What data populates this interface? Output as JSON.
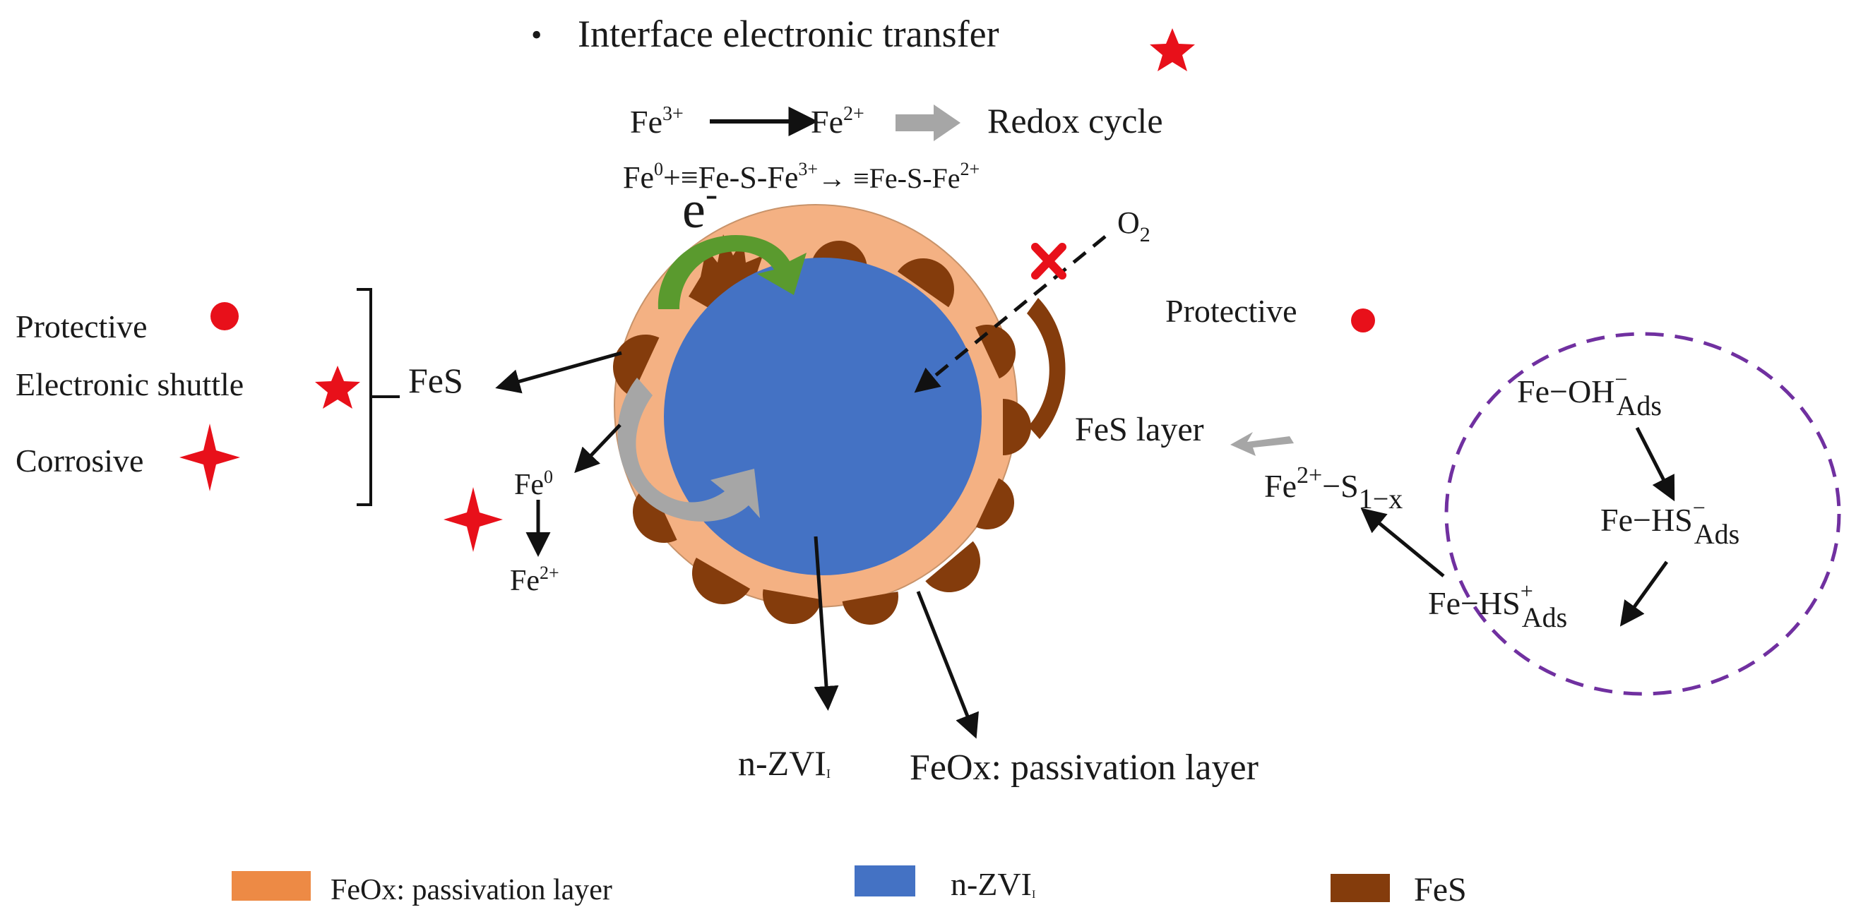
{
  "header": {
    "bullet": "•",
    "title": "Interface electronic transfer"
  },
  "reactions": {
    "fe3": "Fe",
    "fe3_sup": "3+",
    "fe2": "Fe",
    "fe2_sup": "2+",
    "redox": "Redox cycle",
    "eq_a": "Fe",
    "eq_a_sup": "0",
    "eq_b": "+≡Fe-S-Fe",
    "eq_b_sup": "3+",
    "eq_c": "→ ≡Fe-S-Fe",
    "eq_c_sup": "2+"
  },
  "electron": {
    "label": "e",
    "sup": "-"
  },
  "oxygen": {
    "label": "O",
    "sub": "2"
  },
  "left_panel": {
    "items": [
      "Protective",
      "Electronic shuttle",
      "Corrosive"
    ],
    "fes": "FeS"
  },
  "fe0_branch": {
    "fe0": "Fe",
    "fe0_sup": "0",
    "fe2": "Fe",
    "fe2_sup": "2+"
  },
  "right_panel": {
    "protective": "Protective",
    "fes_layer": "FeS layer",
    "species": {
      "oh": {
        "base": "Fe−OH",
        "sup": "−",
        "sub": "Ads"
      },
      "hs_minus": {
        "base": "Fe−HS",
        "sup": "−",
        "sub": "Ads"
      },
      "hs_plus": {
        "base": "Fe−HS",
        "sup": "+",
        "sub": "Ads"
      },
      "fes1x": {
        "base": "Fe",
        "sup": "2+",
        "mid": "−S",
        "sub": "1−x"
      }
    }
  },
  "labels": {
    "nzvi": "n-ZVI",
    "nzvi_sub": "I",
    "feox": "FeOx: passivation layer"
  },
  "legend": {
    "items": [
      {
        "label": "FeOx: passivation layer",
        "color": "#ed8a45"
      },
      {
        "label": "n-ZVI",
        "sub": "I",
        "color": "#4472c4"
      },
      {
        "label": "FeS",
        "color": "#843c0c"
      }
    ]
  },
  "colors": {
    "core": "#4472c4",
    "shell": "#f4b183",
    "fes": "#843c0c",
    "green_arrow": "#5a9a2e",
    "grey_arrow": "#a6a6a6",
    "red_mark": "#e8101a",
    "dashed_ellipse": "#7030a0"
  },
  "icons": {
    "star": "red-star-icon",
    "dot": "red-dot-icon",
    "sparkle": "red-four-point-star-icon",
    "cross": "red-cross-icon"
  }
}
